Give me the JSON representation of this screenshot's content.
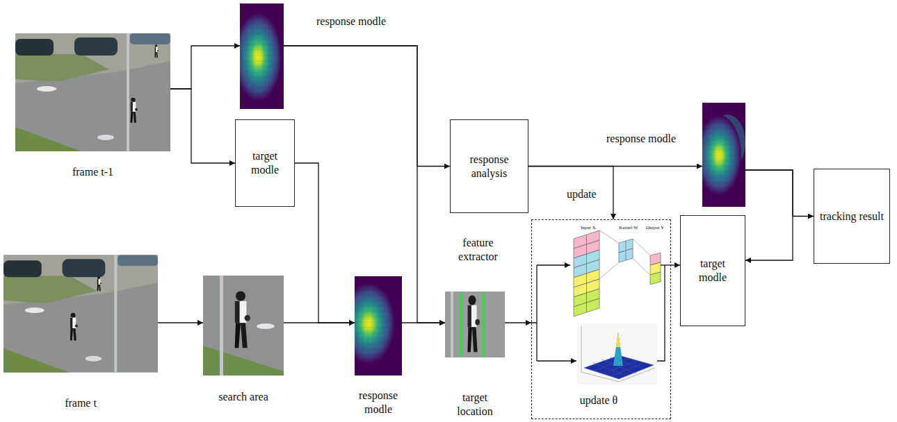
{
  "diagram": {
    "nodes": [
      {
        "text": [
          "frame t-1"
        ]
      },
      {
        "text": [
          "response modle"
        ]
      },
      {
        "text": [
          "target modle"
        ]
      },
      {
        "text": [
          "response analysis"
        ]
      },
      {
        "text": [
          "response modle"
        ]
      },
      {
        "text": [
          "tracking result"
        ]
      },
      {
        "text": [
          "update θ"
        ]
      },
      {
        "text": [
          "target modle"
        ]
      },
      {
        "text": [
          "frame t"
        ]
      },
      {
        "text": [
          "search area"
        ]
      },
      {
        "text": [
          "response modle"
        ]
      },
      {
        "text": [
          "target location"
        ]
      }
    ],
    "edges": [
      {
        "from": 0,
        "to": 1,
        "arrow": "to"
      },
      {
        "from": 0,
        "to": 2,
        "arrow": "to"
      },
      {
        "from": 1,
        "to": 3,
        "arrow": "to"
      },
      {
        "from": 1,
        "to": 11,
        "arrow": "to"
      },
      {
        "from": 2,
        "to": 10,
        "arrow": "to"
      },
      {
        "from": 8,
        "to": 9,
        "arrow": "to"
      },
      {
        "from": 9,
        "to": 10,
        "arrow": "to"
      },
      {
        "from": 10,
        "to": 11,
        "arrow": "to"
      },
      {
        "from": 3,
        "to": 4,
        "arrow": "to"
      },
      {
        "from": 3,
        "to": 6,
        "label": "update",
        "arrow": "to"
      },
      {
        "from": 11,
        "to": 6,
        "arrow": "to"
      },
      {
        "from": 6,
        "to": 7,
        "arrow": "to"
      },
      {
        "from": 4,
        "to": 5,
        "arrow": "to"
      },
      {
        "from": 4,
        "to": 7,
        "arrow": "to"
      }
    ],
    "labels": [
      "feature extractor",
      "Input X",
      "Kernel W",
      "Output Y"
    ]
  }
}
